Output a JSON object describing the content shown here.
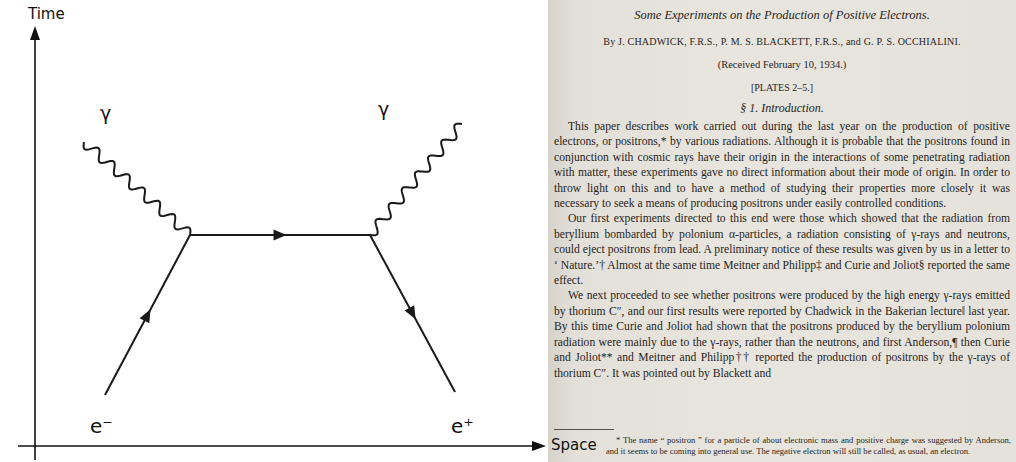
{
  "diagram": {
    "nodes": [
      {
        "text": [
          "Some Experiments on the Production of Positive Electrons.",
          "By J. CHADWICK, F.R.S., P. M. S. BLACKETT, F.R.S., and G. P. S. OCCHIALINI.",
          "(Received February 10, 1934.)",
          "[PLATES 2–5.]",
          "§ 1. Introduction.",
          "This paper describes work carried out during the last year on the production of positive electrons, or positrons,* by various radiations. Although it is probable that the positrons found in conjunction with cosmic rays have their origin in the interactions of some penetrating radiation with matter, these experiments gave no direct information about their mode of origin. In order to throw light on this and to have a method of studying their properties more closely it was necessary to seek a means of producing positrons under easily controlled conditions.",
          "Our first experiments directed to this end were those which showed that the radiation from beryllium bombarded by polonium α-particles, a radiation consisting of γ-rays and neutrons, could eject positrons from lead. A preliminary notice of these results was given by us in a letter to ‘ Nature.’† Almost at the same time Meitner and Philipp‡ and Curie and Joliot§ reported the same effect.",
          "We next proceeded to see whether positrons were produced by the high energy γ-rays emitted by thorium C″, and our first results were reported by Chadwick in the Bakerian lecture‖ last year. By this time Curie and Joliot had shown that the positrons produced by the beryllium polonium radiation were mainly due to the γ-rays, rather than the neutrons, and first Anderson,¶ then Curie and Joliot** and Meitner and Philipp†† reported the production of positrons by the γ-rays of thorium C″. It was pointed out by Blackett and",
          "* The name “ positron ” for a particle of about electronic mass and positive charge was suggested by Anderson, and it seems to be coming into general use. The negative electron will still be called, as usual, an electron."
        ]
      }
    ],
    "labels": [
      "Time",
      "γ",
      "γ",
      "e⁻",
      "e⁺",
      "Space"
    ]
  }
}
